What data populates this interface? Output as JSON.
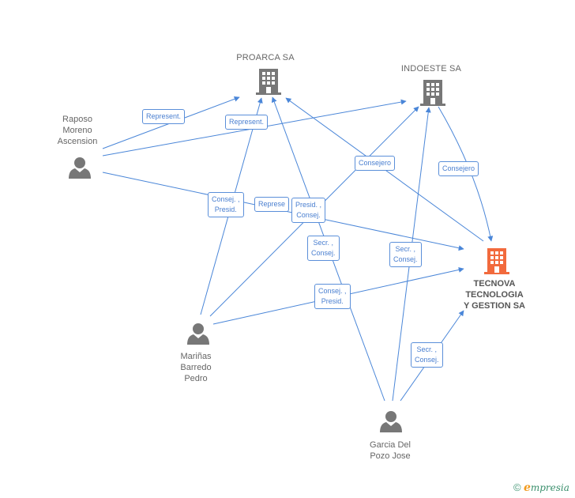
{
  "nodes": {
    "proarca": {
      "label": "PROARCA SA",
      "color": "#7a7a7a"
    },
    "indoeste": {
      "label": "INDOESTE SA",
      "color": "#7a7a7a"
    },
    "tecnova": {
      "lines": [
        "TECNOVA",
        "TECNOLOGIA",
        "Y GESTION SA"
      ],
      "color": "#f26a3d"
    },
    "raposo": {
      "lines": [
        "Raposo",
        "Moreno",
        "Ascension"
      ],
      "color": "#7a7a7a"
    },
    "marinas": {
      "lines": [
        "Mariñas",
        "Barredo",
        "Pedro"
      ],
      "color": "#7a7a7a"
    },
    "garcia": {
      "lines": [
        "Garcia Del",
        "Pozo Jose"
      ],
      "color": "#7a7a7a"
    }
  },
  "edge_labels": {
    "raposo_proarca": [
      "Represent."
    ],
    "raposo_indoeste": [
      "Represent."
    ],
    "raposo_tecnova": [
      "Represe"
    ],
    "marinas_proarca": [
      "Consej. ,",
      "Presid."
    ],
    "marinas_tecnova": [
      "Consej. ,",
      "Presid."
    ],
    "marinas_indoeste": [
      "Presid. ,",
      "Consej."
    ],
    "tecnova_proarca": [
      "Consejero"
    ],
    "tecnova_indoeste": [
      "Consejero"
    ],
    "garcia_proarca": [
      "Secr. ,",
      "Consej."
    ],
    "garcia_indoeste": [
      "Secr. ,",
      "Consej."
    ],
    "garcia_tecnova": [
      "Secr. ,",
      "Consej."
    ]
  },
  "colors": {
    "edge": "#4a86d8",
    "label_border": "#5b8fd9",
    "label_text": "#4a7fd0"
  },
  "footer": {
    "copyright": "©",
    "brand_initial": "e",
    "brand_rest": "mpresia"
  }
}
